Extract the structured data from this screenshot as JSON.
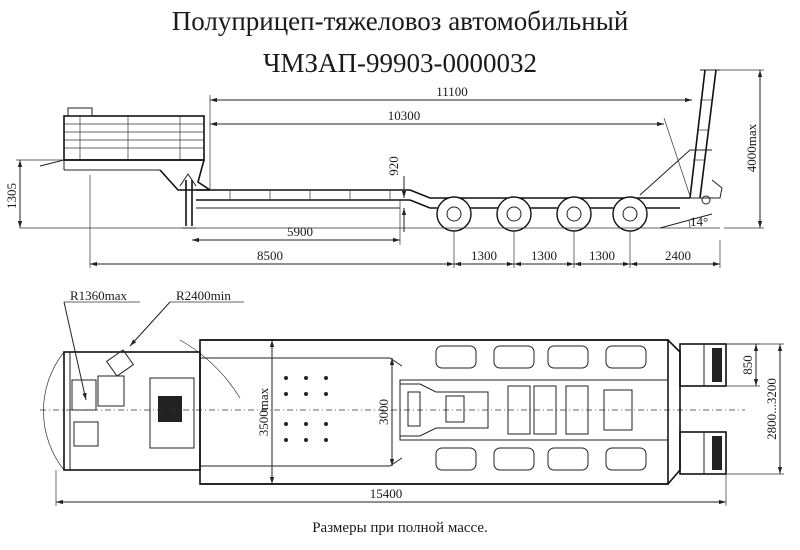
{
  "title": {
    "line1": "Полуприцеп-тяжеловоз автомобильный",
    "line2": "ЧМЗАП-99903-0000032"
  },
  "side_view": {
    "dims": {
      "overall_length": "11100",
      "deck_length": "10300",
      "deck_height": "920",
      "height_max": "4000max",
      "fifth_wheel_height": "1305",
      "front_section": "5900",
      "kingpin_to_axle": "8500",
      "axle_spacing_1": "1300",
      "axle_spacing_2": "1300",
      "axle_spacing_3": "1300",
      "rear_overhang": "2400",
      "ramp_angle": "14°"
    }
  },
  "top_view": {
    "dims": {
      "front_radius": "R1360max",
      "swing_radius": "R2400min",
      "width_max": "3500max",
      "deck_width": "3000",
      "ramp_width": "850",
      "ramp_spread": "2800...3200",
      "overall_length": "15400"
    }
  },
  "footnote": "Размеры при полной массе."
}
